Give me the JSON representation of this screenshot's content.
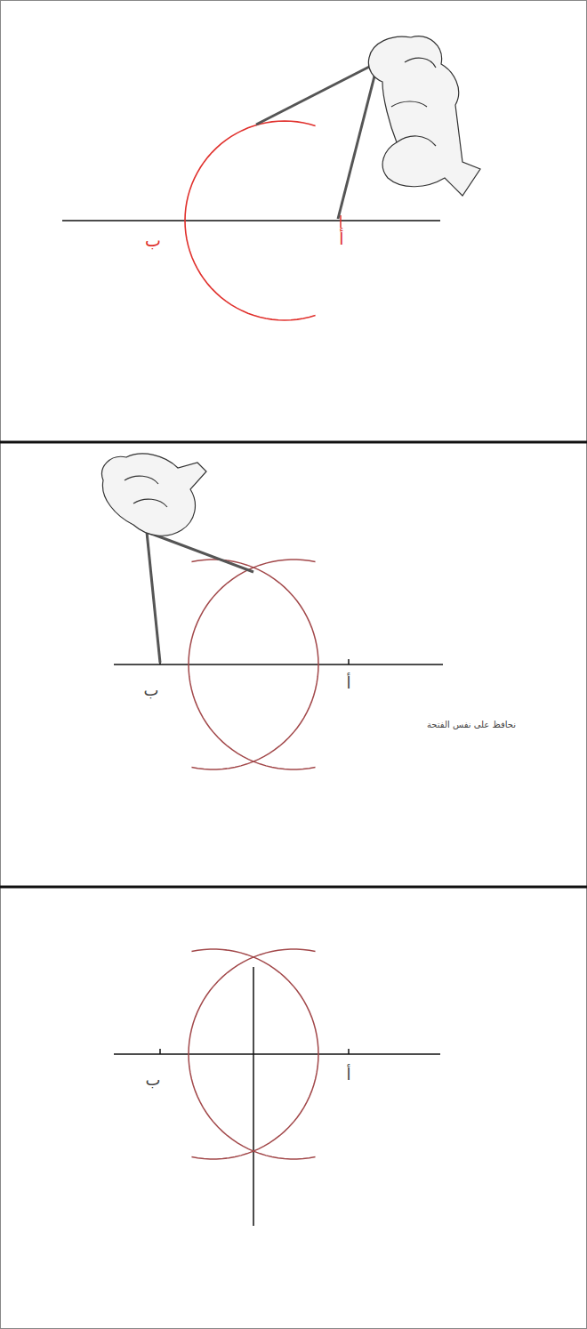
{
  "diagram": {
    "labels": [
      "ب",
      "أ",
      "ب",
      "أ",
      "نحافظ على نفس الفتحة",
      "ب",
      "أ"
    ]
  }
}
